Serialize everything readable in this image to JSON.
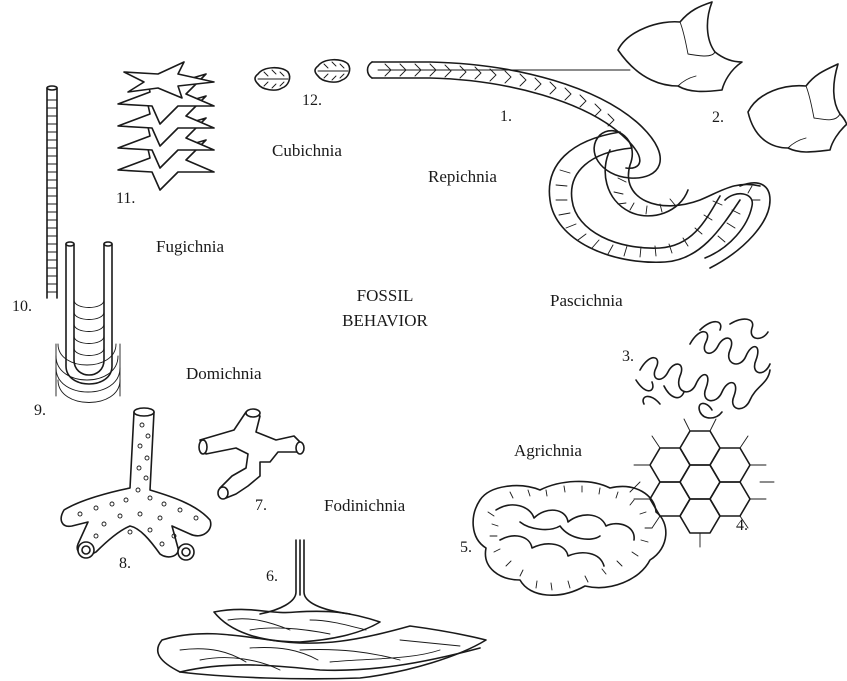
{
  "center_label": [
    "FOSSIL",
    "BEHAVIOR"
  ],
  "categories": {
    "repichnia": "Repichnia",
    "pascichnia": "Pascichnia",
    "agrichnia": "Agrichnia",
    "fodinichnia": "Fodinichnia",
    "domichnia": "Domichnia",
    "fugichnia": "Fugichnia",
    "cubichnia": "Cubichnia"
  },
  "numbers": {
    "n1": "1.",
    "n2": "2.",
    "n3": "3.",
    "n4": "4.",
    "n5": "5.",
    "n6": "6.",
    "n7": "7.",
    "n8": "8.",
    "n9": "9.",
    "n10": "10.",
    "n11": "11.",
    "n12": "12."
  }
}
